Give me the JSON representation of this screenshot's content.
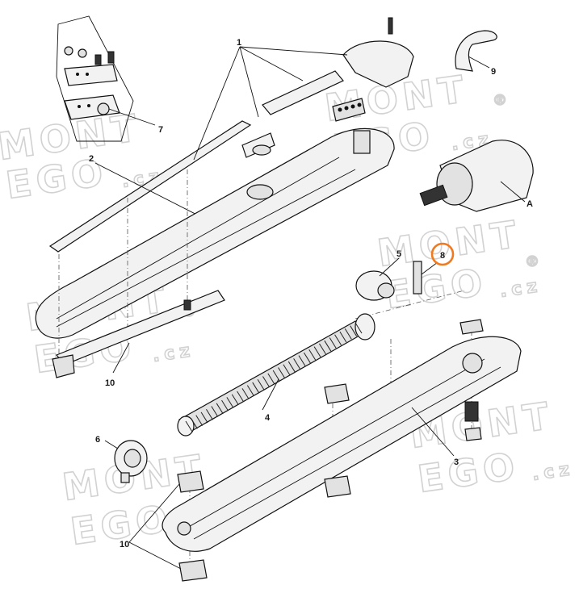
{
  "watermark": {
    "line1": "MONT",
    "line2": "EGO",
    "suffix": ".cz",
    "mark": "®"
  },
  "callouts": [
    {
      "id": "1",
      "label": "1"
    },
    {
      "id": "2",
      "label": "2"
    },
    {
      "id": "3",
      "label": "3"
    },
    {
      "id": "4",
      "label": "4"
    },
    {
      "id": "5",
      "label": "5"
    },
    {
      "id": "6",
      "label": "6"
    },
    {
      "id": "7",
      "label": "7"
    },
    {
      "id": "8",
      "label": "8"
    },
    {
      "id": "9",
      "label": "9"
    },
    {
      "id": "10a",
      "label": "10"
    },
    {
      "id": "10b",
      "label": "10"
    },
    {
      "id": "A",
      "label": "A"
    }
  ],
  "highlight": {
    "callout": "8",
    "color": "#f07a1f"
  },
  "colors": {
    "line": "#111111",
    "watermark": "#d2d2d2",
    "background": "#ffffff"
  }
}
